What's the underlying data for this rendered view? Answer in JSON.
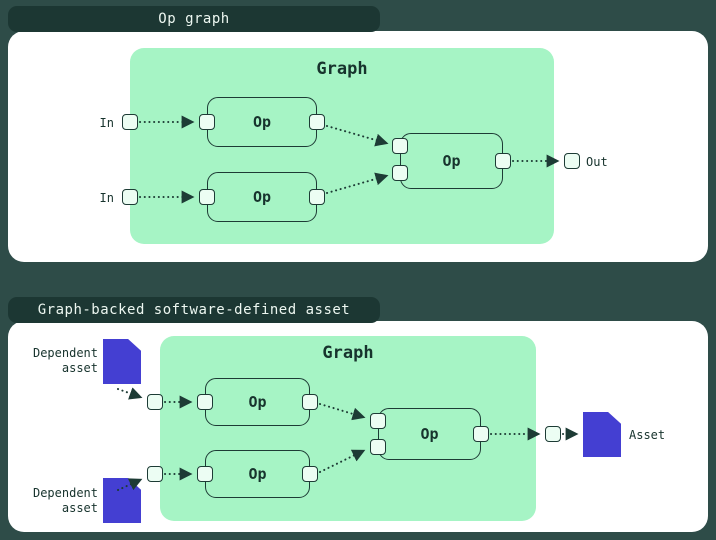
{
  "figure1": {
    "tab": "Op graph",
    "graph_label": "Graph",
    "inputs": [
      "In",
      "In"
    ],
    "ops": [
      "Op",
      "Op",
      "Op"
    ],
    "output_label": "Out"
  },
  "figure2": {
    "tab": "Graph-backed software-defined asset",
    "graph_label": "Graph",
    "dependent_asset_labels": [
      "Dependent asset",
      "Dependent asset"
    ],
    "ops": [
      "Op",
      "Op",
      "Op"
    ],
    "asset_label": "Asset"
  },
  "colors": {
    "page_background": "#2e4c48",
    "tab_background": "#1c3733",
    "panel_background": "#ffffff",
    "graph_background": "#a6f4c5",
    "outline": "#1d3b35",
    "port_fill": "#ecfdf3",
    "asset_fill": "#443fd2",
    "tab_text": "#edf7f1",
    "diagram_text": "#17332d"
  }
}
